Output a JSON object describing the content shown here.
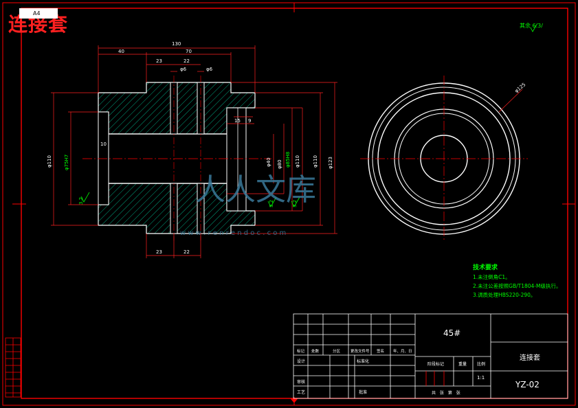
{
  "title": "连接套",
  "sheet_label": "A4",
  "roughness_note": "其余 6.3/",
  "dimensions": {
    "overall_length": "130",
    "left_section": "40",
    "middle_section": "70",
    "groove_spacing": "23",
    "groove_width": "22",
    "hole_dia_a": "φ6",
    "hole_dia_b": "φ6",
    "bottom_spacing": "23",
    "bottom_width": "22",
    "outer_dia": "φ110",
    "left_bore": "φ75H7",
    "right_step_a": "15",
    "right_step_b": "9",
    "right_bore": "φ40",
    "right_counterbore": "φ80",
    "right_dia_a": "φ85H8",
    "right_dia_b": "φ110",
    "right_overall": "φ123",
    "left_depth": "10",
    "circle_dia": "φ125",
    "roughness_left": "3.2",
    "roughness_mid": "3.2",
    "roughness_right": "3.2"
  },
  "tech_requirements": {
    "heading": "技术要求",
    "items": [
      "1.未注倒角C1。",
      "2.未注公差按照GB/T1804-M级执行。",
      "3.调质处理HBS220-290。"
    ]
  },
  "title_block": {
    "material": "45#",
    "part_name": "连接套",
    "drawing_no": "YZ-02",
    "scale_label": "比例",
    "scale_value": "1:1",
    "weight_label": "重量",
    "stage_label": "阶段标记",
    "revision_labels": [
      "标记",
      "处数",
      "分区",
      "更改文件号",
      "签名",
      "年、月、日"
    ],
    "design_label": "设计",
    "standard_label": "标准化",
    "review_label": "审核",
    "process_label": "工艺",
    "approve_label": "批准",
    "sheet_info": "共   张   第   张"
  },
  "watermark": {
    "text": "人人文库",
    "url": "w w w . r e n r e n d o c . c o m"
  },
  "colors": {
    "frame": "#ff0000",
    "outline": "#ffffff",
    "hatch": "#00d0a0",
    "dimension": "#ff2020",
    "centerline": "#ff0000",
    "text_green": "#00ff00"
  }
}
